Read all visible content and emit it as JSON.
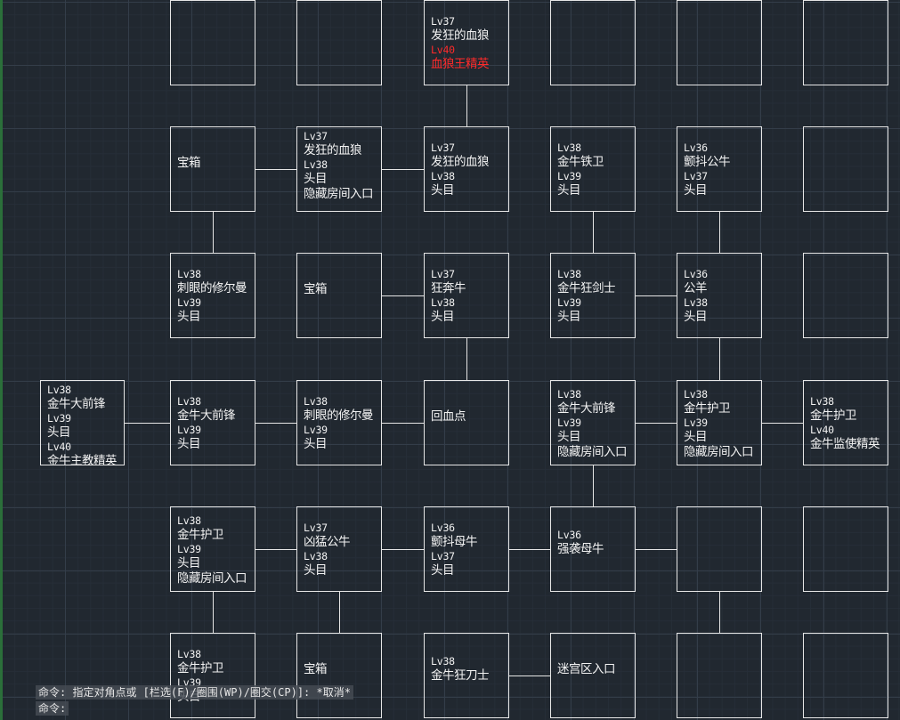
{
  "colors": {
    "background": "#212830",
    "grid": "#343e4a",
    "room_border": "#e6e6e6",
    "text": "#f2f2f2",
    "elite": "#ff2a2a"
  },
  "rooms": [
    {
      "id": "r0c1",
      "col": 1,
      "row": 0,
      "lines": []
    },
    {
      "id": "r0c2",
      "col": 2,
      "row": 0,
      "lines": []
    },
    {
      "id": "r0c3",
      "col": 3,
      "row": 0,
      "lines": [
        "Lv37",
        "发狂的血狼",
        "Lv40",
        "血狼王精英"
      ],
      "red_from": 2
    },
    {
      "id": "r0c4",
      "col": 4,
      "row": 0,
      "lines": []
    },
    {
      "id": "r0c5",
      "col": 5,
      "row": 0,
      "lines": []
    },
    {
      "id": "r0c6",
      "col": 6,
      "row": 0,
      "lines": []
    },
    {
      "id": "r1c1",
      "col": 1,
      "row": 1,
      "lines": [
        "宝箱"
      ],
      "center": true
    },
    {
      "id": "r1c2",
      "col": 2,
      "row": 1,
      "lines": [
        "Lv37",
        "发狂的血狼",
        "Lv38",
        "头目",
        "隐藏房间入口"
      ],
      "top": true
    },
    {
      "id": "r1c3",
      "col": 3,
      "row": 1,
      "lines": [
        "Lv37",
        "发狂的血狼",
        "Lv38",
        "头目"
      ]
    },
    {
      "id": "r1c4",
      "col": 4,
      "row": 1,
      "lines": [
        "Lv38",
        "金牛铁卫",
        "Lv39",
        "头目"
      ]
    },
    {
      "id": "r1c5",
      "col": 5,
      "row": 1,
      "lines": [
        "Lv36",
        "颤抖公牛",
        "Lv37",
        "头目"
      ]
    },
    {
      "id": "r1c6",
      "col": 6,
      "row": 1,
      "lines": []
    },
    {
      "id": "r2c1",
      "col": 1,
      "row": 2,
      "lines": [
        "Lv38",
        "刺眼的修尔曼",
        "Lv39",
        "头目"
      ],
      "wrap": true
    },
    {
      "id": "r2c2",
      "col": 2,
      "row": 2,
      "lines": [
        "宝箱"
      ],
      "center": true
    },
    {
      "id": "r2c3",
      "col": 3,
      "row": 2,
      "lines": [
        "Lv37",
        "狂奔牛",
        "Lv38",
        "头目"
      ]
    },
    {
      "id": "r2c4",
      "col": 4,
      "row": 2,
      "lines": [
        "Lv38",
        "金牛狂剑士",
        "Lv39",
        "头目"
      ]
    },
    {
      "id": "r2c5",
      "col": 5,
      "row": 2,
      "lines": [
        "Lv36",
        "公羊",
        "Lv38",
        "头目"
      ]
    },
    {
      "id": "r2c6",
      "col": 6,
      "row": 2,
      "lines": []
    },
    {
      "id": "r3c0",
      "col": 0,
      "row": 3,
      "lines": [
        "Lv38",
        "金牛大前锋",
        "Lv39",
        "头目",
        "Lv40",
        "金牛主教精英"
      ],
      "top": true
    },
    {
      "id": "r3c1",
      "col": 1,
      "row": 3,
      "lines": [
        "Lv38",
        "金牛大前锋",
        "Lv39",
        "头目"
      ]
    },
    {
      "id": "r3c2",
      "col": 2,
      "row": 3,
      "lines": [
        "Lv38",
        "刺眼的修尔曼",
        "Lv39",
        "头目"
      ],
      "wrap": true
    },
    {
      "id": "r3c3",
      "col": 3,
      "row": 3,
      "lines": [
        "回血点"
      ],
      "center": true
    },
    {
      "id": "r3c4",
      "col": 4,
      "row": 3,
      "lines": [
        "Lv38",
        "金牛大前锋",
        "Lv39",
        "头目",
        "隐藏房间入口"
      ]
    },
    {
      "id": "r3c5",
      "col": 5,
      "row": 3,
      "lines": [
        "Lv38",
        "金牛护卫",
        "Lv39",
        "头目",
        "隐藏房间入口"
      ]
    },
    {
      "id": "r3c6",
      "col": 6,
      "row": 3,
      "lines": [
        "Lv38",
        "金牛护卫",
        "Lv40",
        "金牛监使精英"
      ]
    },
    {
      "id": "r4c1",
      "col": 1,
      "row": 4,
      "lines": [
        "Lv38",
        "金牛护卫",
        "Lv39",
        "头目",
        "隐藏房间入口"
      ]
    },
    {
      "id": "r4c2",
      "col": 2,
      "row": 4,
      "lines": [
        "Lv37",
        "凶猛公牛",
        "Lv38",
        "头目"
      ]
    },
    {
      "id": "r4c3",
      "col": 3,
      "row": 4,
      "lines": [
        "Lv36",
        "颤抖母牛",
        "Lv37",
        "头目"
      ]
    },
    {
      "id": "r4c4",
      "col": 4,
      "row": 4,
      "lines": [
        "Lv36",
        "强袭母牛"
      ],
      "center": true
    },
    {
      "id": "r4c5",
      "col": 5,
      "row": 4,
      "lines": []
    },
    {
      "id": "r4c6",
      "col": 6,
      "row": 4,
      "lines": []
    },
    {
      "id": "r5c1",
      "col": 1,
      "row": 5,
      "lines": [
        "Lv38",
        "金牛护卫",
        "Lv39",
        "头目"
      ]
    },
    {
      "id": "r5c2",
      "col": 2,
      "row": 5,
      "lines": [
        "宝箱"
      ],
      "center": true
    },
    {
      "id": "r5c3",
      "col": 3,
      "row": 5,
      "lines": [
        "Lv38",
        "金牛狂刀士"
      ],
      "center": true
    },
    {
      "id": "r5c4",
      "col": 4,
      "row": 5,
      "lines": [
        "迷宫区入口"
      ],
      "center": true
    },
    {
      "id": "r5c5",
      "col": 5,
      "row": 5,
      "lines": []
    },
    {
      "id": "r5c6",
      "col": 6,
      "row": 5,
      "lines": []
    }
  ],
  "connections": [
    {
      "a": "r0c3",
      "b": "r1c3"
    },
    {
      "a": "r1c1",
      "b": "r1c2"
    },
    {
      "a": "r1c2",
      "b": "r1c3"
    },
    {
      "a": "r1c1",
      "b": "r2c1"
    },
    {
      "a": "r1c4",
      "b": "r2c4"
    },
    {
      "a": "r1c5",
      "b": "r2c5"
    },
    {
      "a": "r2c2",
      "b": "r2c3"
    },
    {
      "a": "r2c4",
      "b": "r2c5"
    },
    {
      "a": "r2c3",
      "b": "r3c3"
    },
    {
      "a": "r2c5",
      "b": "r3c5"
    },
    {
      "a": "r3c0",
      "b": "r3c1"
    },
    {
      "a": "r3c1",
      "b": "r3c2"
    },
    {
      "a": "r3c2",
      "b": "r3c3"
    },
    {
      "a": "r3c4",
      "b": "r3c5"
    },
    {
      "a": "r3c5",
      "b": "r3c6"
    },
    {
      "a": "r3c4",
      "b": "r4c4"
    },
    {
      "a": "r4c1",
      "b": "r4c2"
    },
    {
      "a": "r4c2",
      "b": "r4c3"
    },
    {
      "a": "r4c3",
      "b": "r4c4"
    },
    {
      "a": "r4c4",
      "b": "r4c5"
    },
    {
      "a": "r4c1",
      "b": "r5c1"
    },
    {
      "a": "r4c2",
      "b": "r5c2"
    },
    {
      "a": "r4c5",
      "b": "r5c5"
    },
    {
      "a": "r5c3",
      "b": "r5c4"
    }
  ],
  "command_line": {
    "history": "命令: 指定对角点或 [栏选(F)/圈围(WP)/圈交(CP)]: *取消*",
    "prompt": "命令:"
  }
}
